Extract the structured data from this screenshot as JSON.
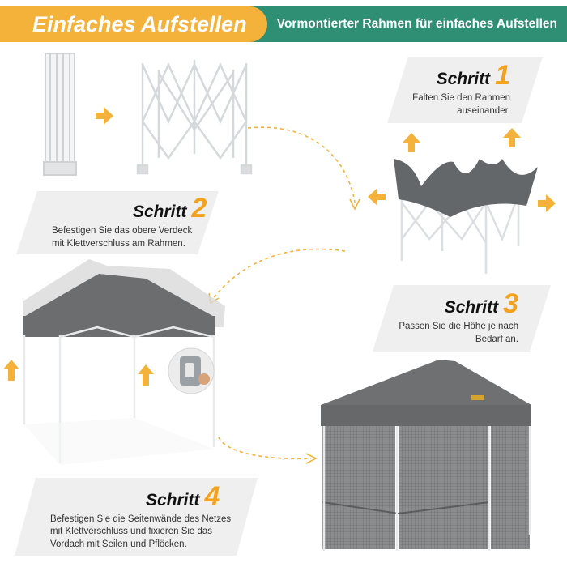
{
  "header": {
    "left_title": "Einfaches Aufstellen",
    "right_title": "Vormontierter Rahmen für einfaches Aufstellen"
  },
  "steps": [
    {
      "word": "Schritt",
      "number": "1",
      "lines": [
        "Falten Sie den Rahmen",
        "auseinander."
      ]
    },
    {
      "word": "Schritt",
      "number": "2",
      "lines": [
        "Befestigen Sie das obere Verdeck",
        "mit Klettverschluss am Rahmen."
      ]
    },
    {
      "word": "Schritt",
      "number": "3",
      "lines": [
        "Passen Sie die Höhe je nach",
        "Bedarf an."
      ]
    },
    {
      "word": "Schritt",
      "number": "4",
      "lines": [
        "Befestigen Sie die Seitenwände des Netzes",
        "mit Klettverschluss und fixieren Sie das",
        "Vordach mit Seilen und Pflöcken."
      ]
    }
  ],
  "colors": {
    "accent_orange": "#f4b23a",
    "header_green": "#2f8f74",
    "number_orange": "#f4a21e",
    "canopy_gray": "#6b6d6e",
    "frame_white": "#f2f2f2",
    "callout_bg": "#efefef"
  },
  "icons": [
    "arrow-right-icon",
    "arrow-up-icon",
    "arrow-left-icon",
    "dashed-curve-arrow-icon",
    "velcro-clip-icon"
  ]
}
